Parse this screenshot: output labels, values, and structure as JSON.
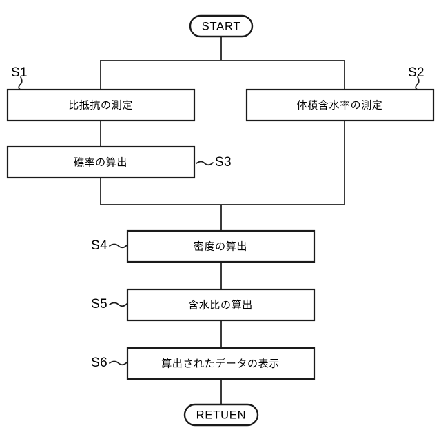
{
  "diagram": {
    "title_text": "",
    "background_color": "#ffffff",
    "line_color": "#3a3a3a",
    "border_color": "#1a1a1a",
    "text_color": "#000000"
  },
  "terminators": {
    "start": {
      "label": "START"
    },
    "end": {
      "label": "RETUEN"
    }
  },
  "steps": [
    {
      "tag": "S1",
      "label": "比抵抗の測定"
    },
    {
      "tag": "S2",
      "label": "体積含水率の測定"
    },
    {
      "tag": "S3",
      "label": "礁率の算出"
    },
    {
      "tag": "S4",
      "label": "密度の算出"
    },
    {
      "tag": "S5",
      "label": "含水比の算出"
    },
    {
      "tag": "S6",
      "label": "算出されたデータの表示"
    }
  ]
}
